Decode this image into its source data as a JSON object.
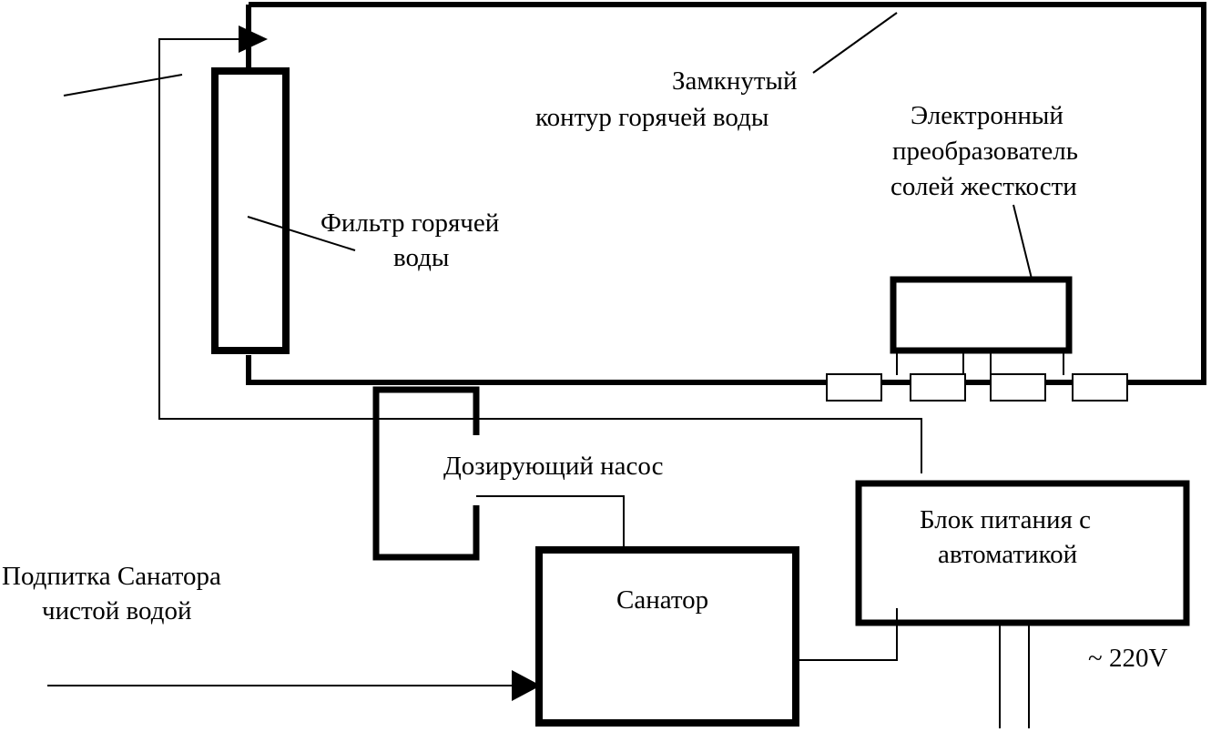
{
  "labels": {
    "closed_loop_line1": "Замкнутый",
    "closed_loop_line2": "контур горячей воды",
    "converter_line1": "Электронный",
    "converter_line2": "преобразователь",
    "converter_line3": "солей жесткости",
    "filter_line1": "Фильтр горячей",
    "filter_line2": "воды",
    "dosing_pump": "Дозирующий насос",
    "power_line1": "Блок питания с",
    "power_line2": "автоматикой",
    "makeup_line1": "Подпитка Санатора",
    "makeup_line2": "чистой водой",
    "sanator": "Санатор",
    "voltage": "~ 220V"
  }
}
